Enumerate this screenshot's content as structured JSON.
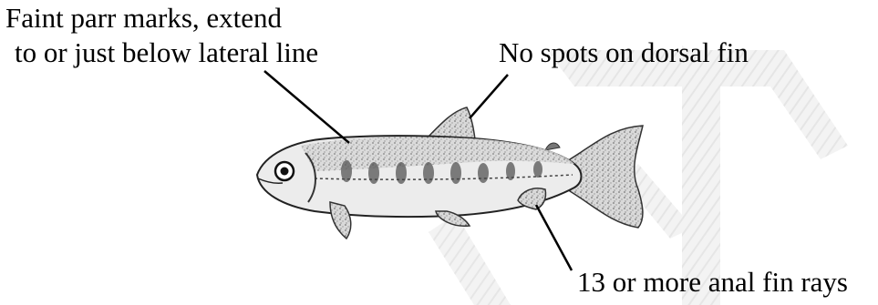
{
  "labels": {
    "parr_marks_line1": "Faint parr marks, extend",
    "parr_marks_line2": "to or just below lateral line",
    "dorsal_fin": "No spots on dorsal fin",
    "anal_fin": "13 or more anal fin rays"
  },
  "colors": {
    "ink": "#000000",
    "fish_body": "#e6e6e6",
    "fish_shade": "#8a8a8a",
    "watermark": "#ececec"
  },
  "illustration": "juvenile-fish-drawing"
}
